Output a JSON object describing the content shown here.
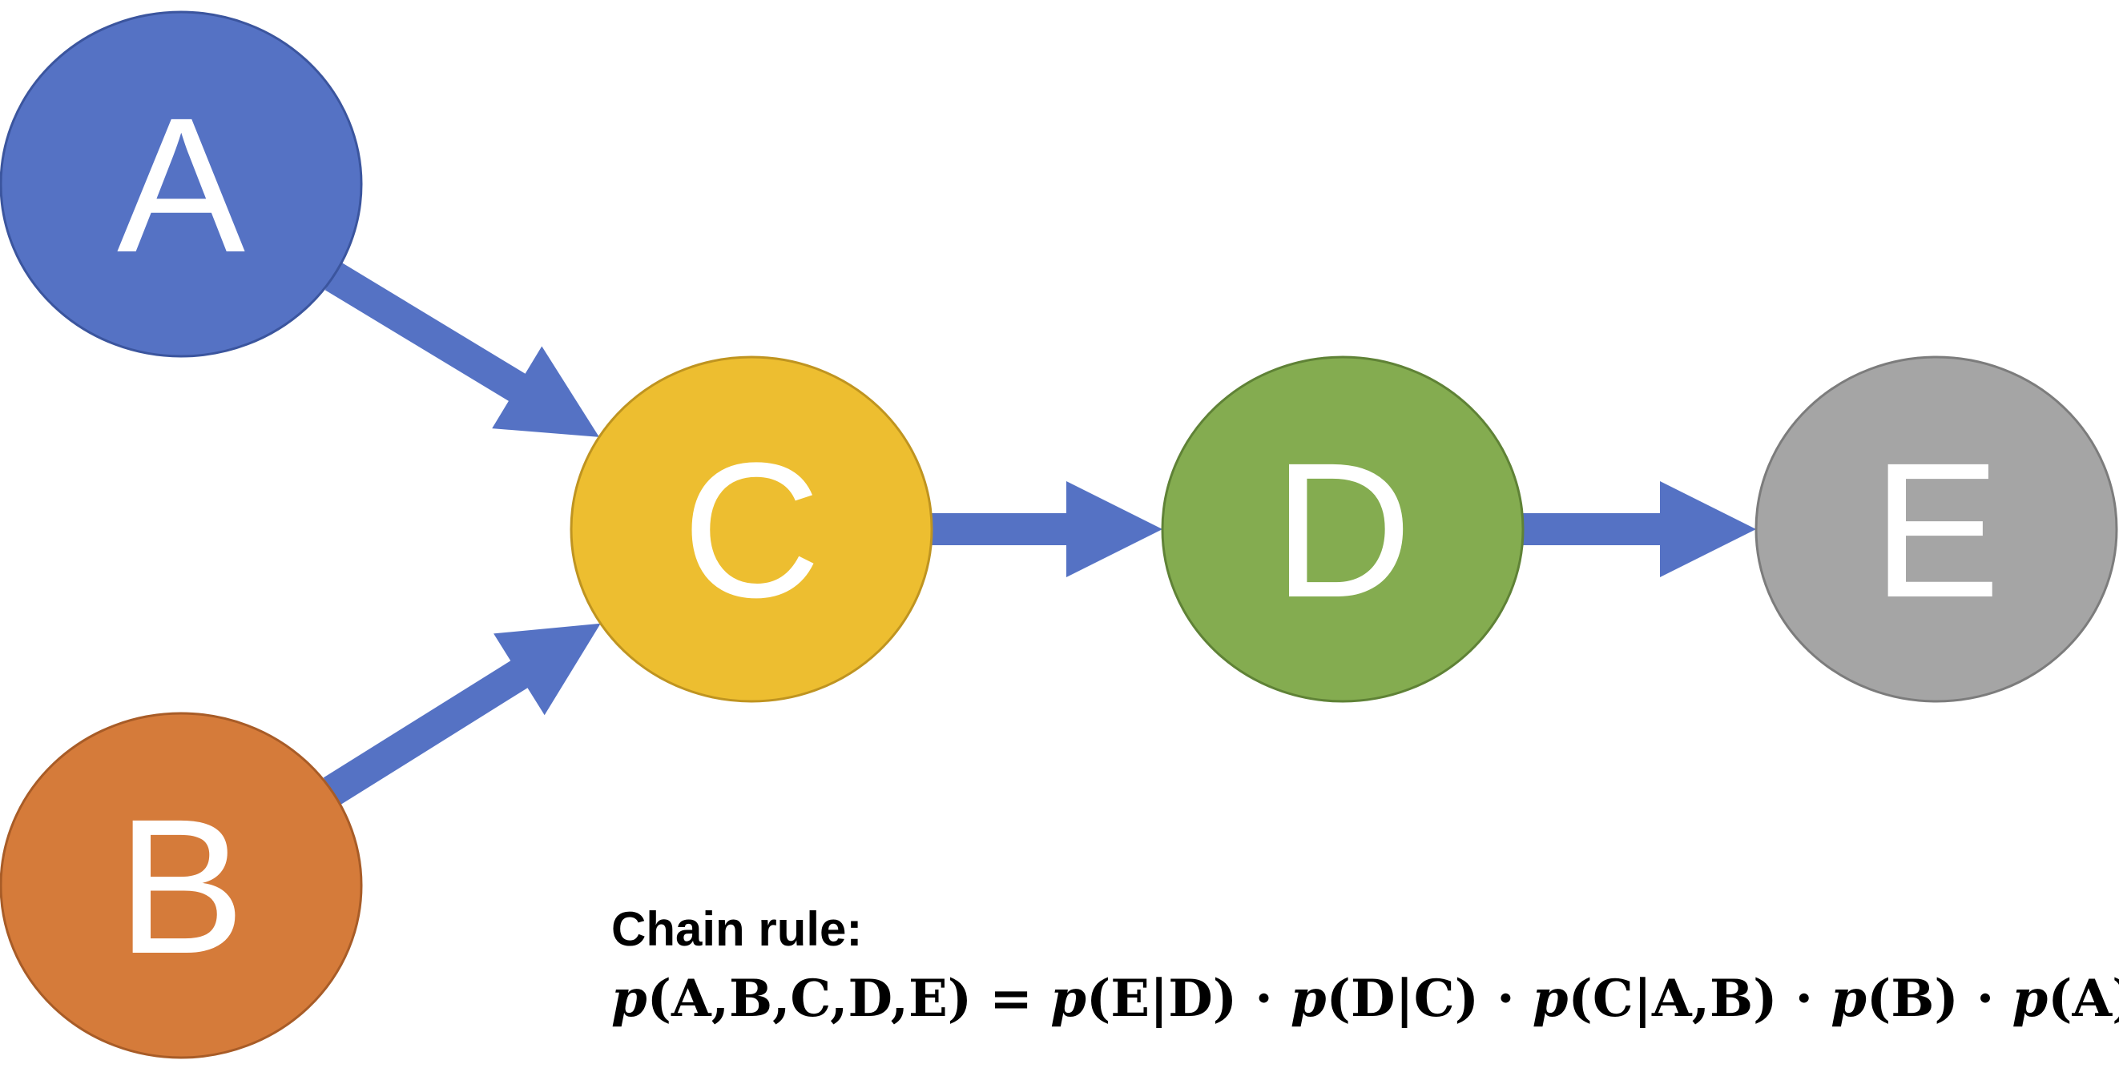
{
  "colors": {
    "edge": "#5572C4",
    "label": "#ffffff",
    "background": "#ffffff"
  },
  "nodes": [
    {
      "id": "A",
      "label": "A",
      "fill": "#5572C4",
      "stroke": "#3B559E"
    },
    {
      "id": "B",
      "label": "B",
      "fill": "#D57B3A",
      "stroke": "#A85C27"
    },
    {
      "id": "C",
      "label": "C",
      "fill": "#EDBE30",
      "stroke": "#BF9420"
    },
    {
      "id": "D",
      "label": "D",
      "fill": "#84AC50",
      "stroke": "#5F8236"
    },
    {
      "id": "E",
      "label": "E",
      "fill": "#A5A5A5",
      "stroke": "#7C7C7C"
    }
  ],
  "edges": [
    {
      "from": "A",
      "to": "C"
    },
    {
      "from": "B",
      "to": "C"
    },
    {
      "from": "C",
      "to": "D"
    },
    {
      "from": "D",
      "to": "E"
    }
  ],
  "caption": {
    "title": "Chain rule:",
    "formula": {
      "lhs": "p(A,B,C,D,E)",
      "equals": "=",
      "factors": [
        "p(E|D)",
        "p(D|C)",
        "p(C|A,B)",
        "p(B)",
        "p(A)"
      ],
      "separator": "·"
    }
  }
}
